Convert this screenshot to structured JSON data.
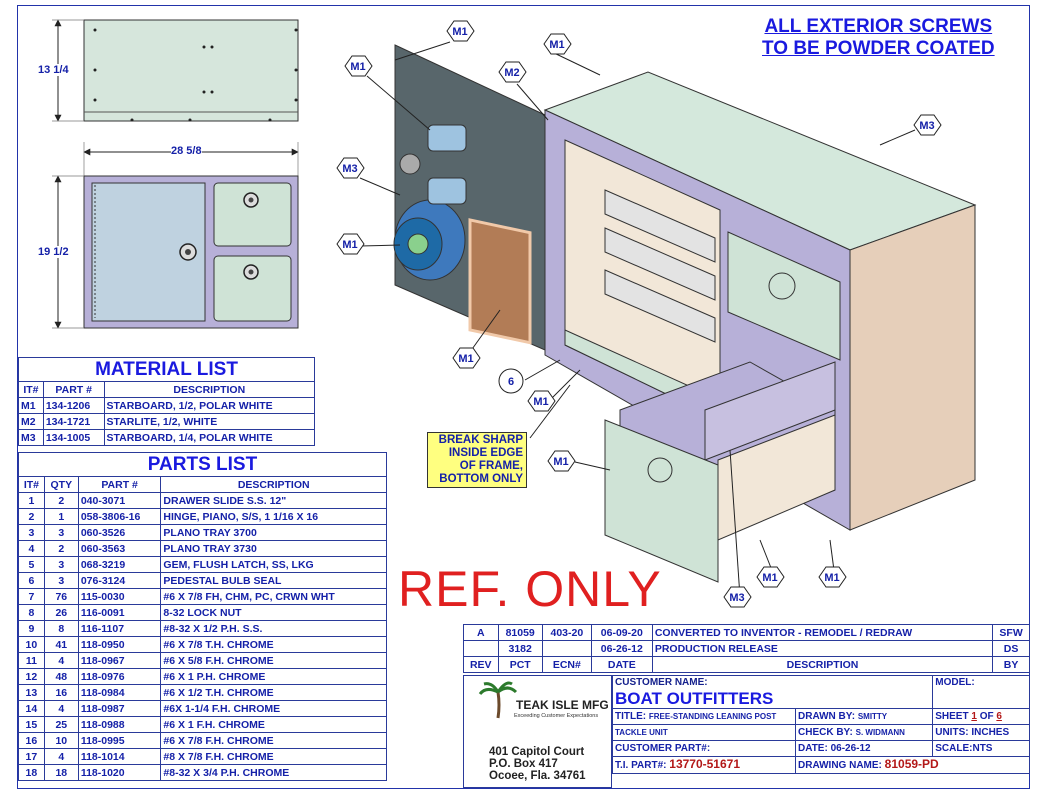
{
  "notes": {
    "exterior_screws": [
      "ALL EXTERIOR SCREWS",
      "TO BE POWDER COATED"
    ],
    "ref_only": "REF. ONLY",
    "break_sharp": [
      "BREAK SHARP",
      "INSIDE EDGE",
      "OF FRAME,",
      "BOTTOM ONLY"
    ]
  },
  "dimensions": {
    "height_top": "13 1/4",
    "width": "28 5/8",
    "height_front": "19 1/2"
  },
  "callouts": {
    "m1": "M1",
    "m2": "M2",
    "m3": "M3",
    "six": "6"
  },
  "material_list": {
    "title": "MATERIAL LIST",
    "headers": [
      "IT#",
      "PART #",
      "DESCRIPTION"
    ],
    "rows": [
      [
        "M1",
        "134-1206",
        "STARBOARD, 1/2, POLAR WHITE"
      ],
      [
        "M2",
        "134-1721",
        "STARLITE, 1/2, WHITE"
      ],
      [
        "M3",
        "134-1005",
        "STARBOARD, 1/4, POLAR WHITE"
      ]
    ]
  },
  "parts_list": {
    "title": "PARTS LIST",
    "headers": [
      "IT#",
      "QTY",
      "PART #",
      "DESCRIPTION"
    ],
    "rows": [
      [
        "1",
        "2",
        "040-3071",
        "DRAWER SLIDE S.S. 12\""
      ],
      [
        "2",
        "1",
        "058-3806-16",
        "HINGE, PIANO, S/S, 1 1/16 X 16"
      ],
      [
        "3",
        "3",
        "060-3526",
        "PLANO TRAY 3700"
      ],
      [
        "4",
        "2",
        "060-3563",
        "PLANO TRAY 3730"
      ],
      [
        "5",
        "3",
        "068-3219",
        "GEM, FLUSH LATCH, SS, LKG"
      ],
      [
        "6",
        "3",
        "076-3124",
        "PEDESTAL BULB SEAL"
      ],
      [
        "7",
        "76",
        "115-0030",
        "#6 X 7/8  FH, CHM, PC, CRWN WHT"
      ],
      [
        "8",
        "26",
        "116-0091",
        "8-32 LOCK NUT"
      ],
      [
        "9",
        "8",
        "116-1107",
        "#8-32 X 1/2 P.H. S.S."
      ],
      [
        "10",
        "41",
        "118-0950",
        "#6 X 7/8  T.H. CHROME"
      ],
      [
        "11",
        "4",
        "118-0967",
        "#6 X 5/8 F.H. CHROME"
      ],
      [
        "12",
        "48",
        "118-0976",
        "#6 X 1 P.H. CHROME"
      ],
      [
        "13",
        "16",
        "118-0984",
        "#6 X 1/2 T.H. CHROME"
      ],
      [
        "14",
        "4",
        "118-0987",
        "#6X 1-1/4 F.H. CHROME"
      ],
      [
        "15",
        "25",
        "118-0988",
        "#6 X 1 F.H. CHROME"
      ],
      [
        "16",
        "10",
        "118-0995",
        "#6 X 7/8  F.H. CHROME"
      ],
      [
        "17",
        "4",
        "118-1014",
        "#8 X 7/8 F.H. CHROME"
      ],
      [
        "18",
        "18",
        "118-1020",
        "#8-32 X 3/4 P.H. CHROME"
      ]
    ]
  },
  "revisions": {
    "headers": [
      "REV",
      "PCT",
      "ECN#",
      "DATE",
      "DESCRIPTION",
      "BY"
    ],
    "rows": [
      [
        "A",
        "81059",
        "403-20",
        "06-09-20",
        "CONVERTED TO INVENTOR - REMODEL / REDRAW",
        "SFW"
      ],
      [
        "",
        "3182",
        "",
        "06-26-12",
        "PRODUCTION RELEASE",
        "DS"
      ]
    ]
  },
  "title_block": {
    "company": "TEAK ISLE MFG",
    "tagline": "Exceeding Customer Expectations",
    "address": [
      "401 Capitol Court",
      "P.O. Box 417",
      "Ocoee, Fla. 34761"
    ],
    "customer_name_label": "CUSTOMER NAME:",
    "customer_name": "BOAT OUTFITTERS",
    "model_label": "MODEL:",
    "title_label": "TITLE:",
    "title": "FREE-STANDING LEANING POST",
    "title2": "TACKLE UNIT",
    "customer_part_label": "CUSTOMER PART#:",
    "ti_part_label": "T.I. PART#:",
    "ti_part": "13770-51671",
    "drawn_by_label": "DRAWN BY:",
    "drawn_by": "SMITTY",
    "check_by_label": "CHECK BY:",
    "check_by": "S. WIDMANN",
    "date_label": "DATE:",
    "date": "06-26-12",
    "sheet_label": "SHEET",
    "sheet_num": "1",
    "sheet_of": "OF",
    "sheet_total": "6",
    "units_label": "UNITS:",
    "units": "INCHES",
    "scale_label": "SCALE:",
    "scale": "NTS",
    "drawing_name_label": "DRAWING NAME:",
    "drawing_name": "81059-PD"
  },
  "colors": {
    "line": "#1521a8",
    "red": "#e02020",
    "panel_lav": "#b7b0d8",
    "panel_green": "#cfe3d6",
    "door": "#58666b",
    "wood": "#e4cdb7"
  }
}
